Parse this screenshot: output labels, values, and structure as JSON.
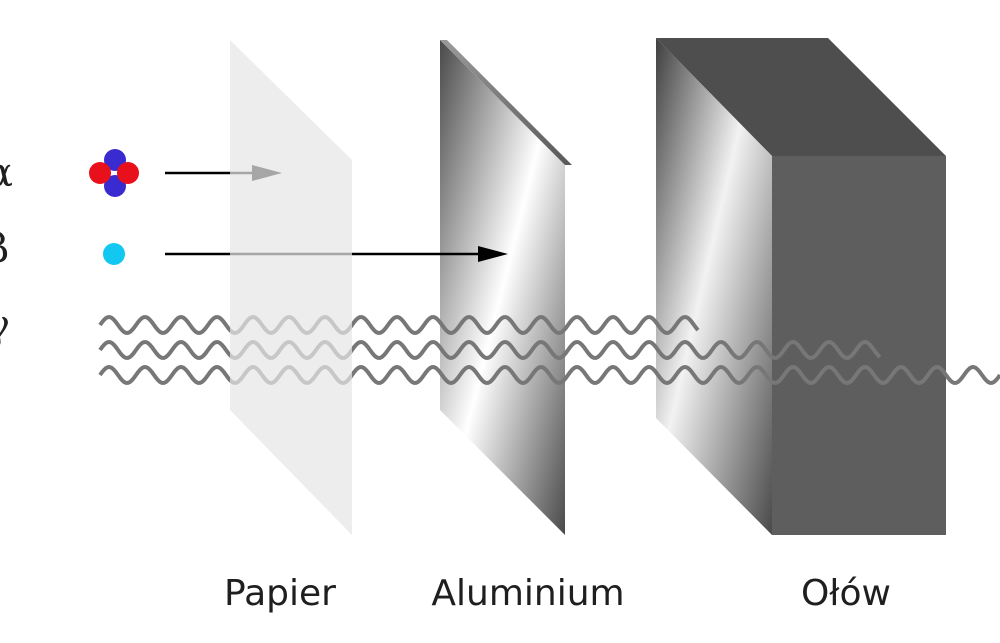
{
  "radiation_labels": [
    "α",
    "β",
    "γ"
  ],
  "materials": [
    {
      "label": "Papier"
    },
    {
      "label": "Aluminium"
    },
    {
      "label": "Ołów"
    }
  ],
  "colors": {
    "alpha_red": "#e8101a",
    "alpha_blue": "#3a2bd0",
    "beta_cyan": "#12c8f0",
    "arrow": "#000000",
    "wave": "#777777",
    "paper": "#ececec",
    "lead_dark": "#5e5e5e"
  }
}
